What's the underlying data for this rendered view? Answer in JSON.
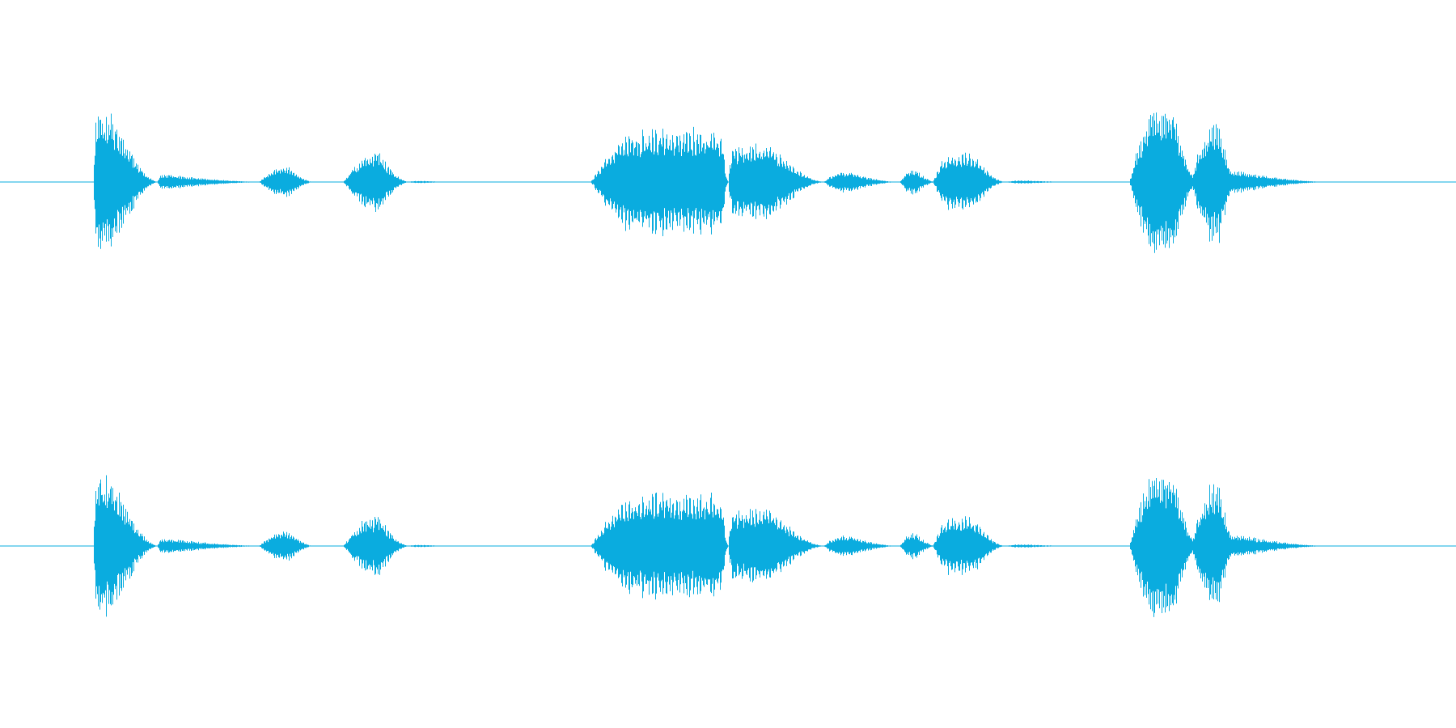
{
  "waveform": {
    "color": "#0aacdf",
    "background": "#ffffff",
    "channels": [
      {
        "name": ""
      },
      {
        "name": ""
      }
    ],
    "segments": [
      {
        "start": 0.064,
        "end": 0.108,
        "peak": 0.92,
        "attack": 0.06,
        "decay": 0.7,
        "period": 2.6
      },
      {
        "start": 0.108,
        "end": 0.182,
        "peak": 0.1,
        "attack": 0.05,
        "decay": 0.9,
        "period": 2.8
      },
      {
        "start": 0.178,
        "end": 0.215,
        "peak": 0.19,
        "attack": 0.45,
        "decay": 0.45,
        "period": 3.0
      },
      {
        "start": 0.236,
        "end": 0.28,
        "peak": 0.38,
        "attack": 0.45,
        "decay": 0.45,
        "period": 3.2
      },
      {
        "start": 0.28,
        "end": 0.31,
        "peak": 0.015,
        "attack": 0.2,
        "decay": 0.6,
        "period": 4.0
      },
      {
        "start": 0.406,
        "end": 0.5,
        "peak": 0.68,
        "attack": 0.35,
        "decay": 0.05,
        "period": 4.2
      },
      {
        "start": 0.5,
        "end": 0.566,
        "peak": 0.48,
        "attack": 0.05,
        "decay": 0.55,
        "period": 4.2
      },
      {
        "start": 0.566,
        "end": 0.616,
        "peak": 0.14,
        "attack": 0.25,
        "decay": 0.65,
        "period": 3.4
      },
      {
        "start": 0.618,
        "end": 0.642,
        "peak": 0.17,
        "attack": 0.35,
        "decay": 0.55,
        "period": 2.6
      },
      {
        "start": 0.641,
        "end": 0.69,
        "peak": 0.38,
        "attack": 0.25,
        "decay": 0.45,
        "period": 4.4
      },
      {
        "start": 0.69,
        "end": 0.74,
        "peak": 0.02,
        "attack": 0.2,
        "decay": 0.7,
        "period": 4.0
      },
      {
        "start": 0.776,
        "end": 0.822,
        "peak": 1.0,
        "attack": 0.4,
        "decay": 0.35,
        "period": 2.3
      },
      {
        "start": 0.818,
        "end": 0.848,
        "peak": 0.8,
        "attack": 0.5,
        "decay": 0.35,
        "period": 2.3
      },
      {
        "start": 0.842,
        "end": 0.912,
        "peak": 0.14,
        "attack": 0.05,
        "decay": 0.85,
        "period": 2.6
      }
    ]
  }
}
